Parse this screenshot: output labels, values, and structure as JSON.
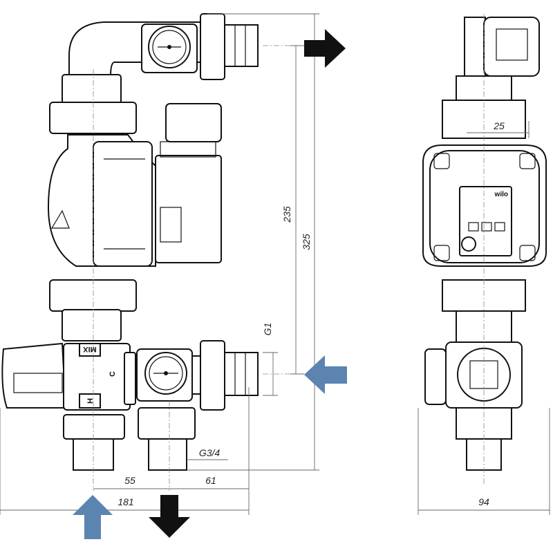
{
  "dimensions": {
    "height_outlet_to_base": "325",
    "height_between_ports": "235",
    "thread_side": "G1",
    "thread_bottom": "G3/4",
    "spacing_left": "55",
    "spacing_right": "61",
    "total_width_front": "181",
    "total_width_side": "94",
    "offset_top": "25"
  },
  "valve_labels": {
    "mix": "MIX",
    "cold": "C",
    "hot": "H"
  },
  "pump_brand": "wilo",
  "arrow_colors": {
    "flow_out": "#111111",
    "flow_in": "#5b84b1"
  },
  "icons": [
    "arrow-right-icon",
    "arrow-left-icon",
    "arrow-up-icon",
    "arrow-down-icon",
    "pressure-gauge-icon"
  ]
}
